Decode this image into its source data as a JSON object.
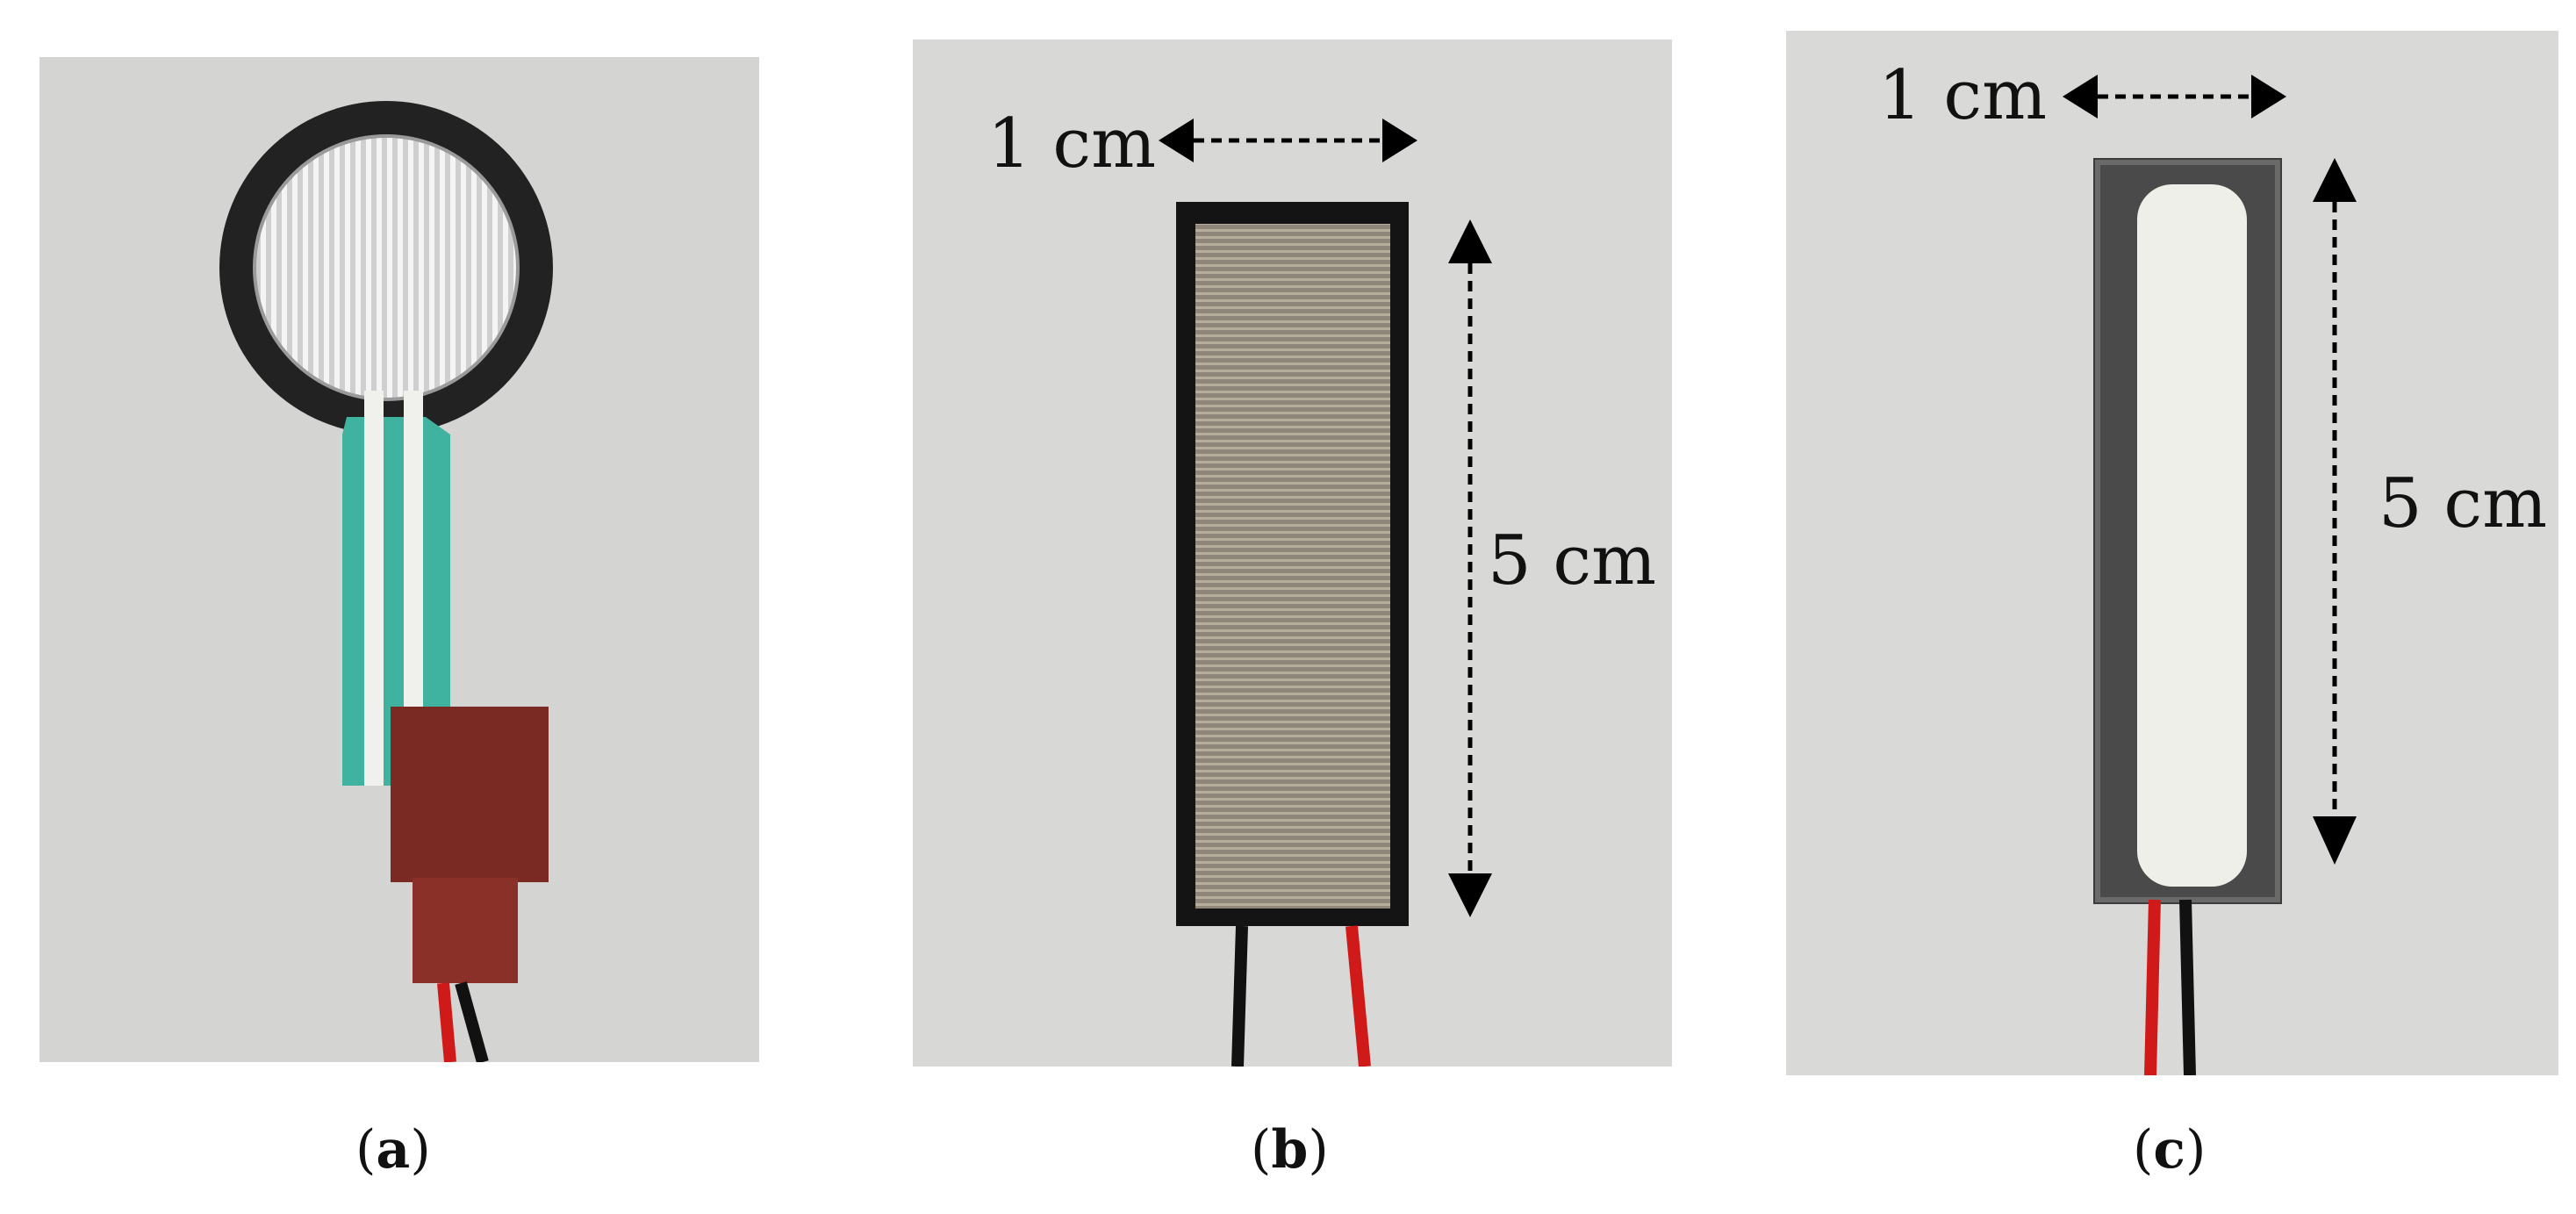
{
  "panels": [
    {
      "letter": "a",
      "open": "(",
      "close": ")"
    },
    {
      "letter": "b",
      "open": "(",
      "close": ")",
      "width_label": "1 cm",
      "height_label": "5 cm"
    },
    {
      "letter": "c",
      "open": "(",
      "close": ")",
      "width_label": "1 cm",
      "height_label": "5 cm"
    }
  ]
}
